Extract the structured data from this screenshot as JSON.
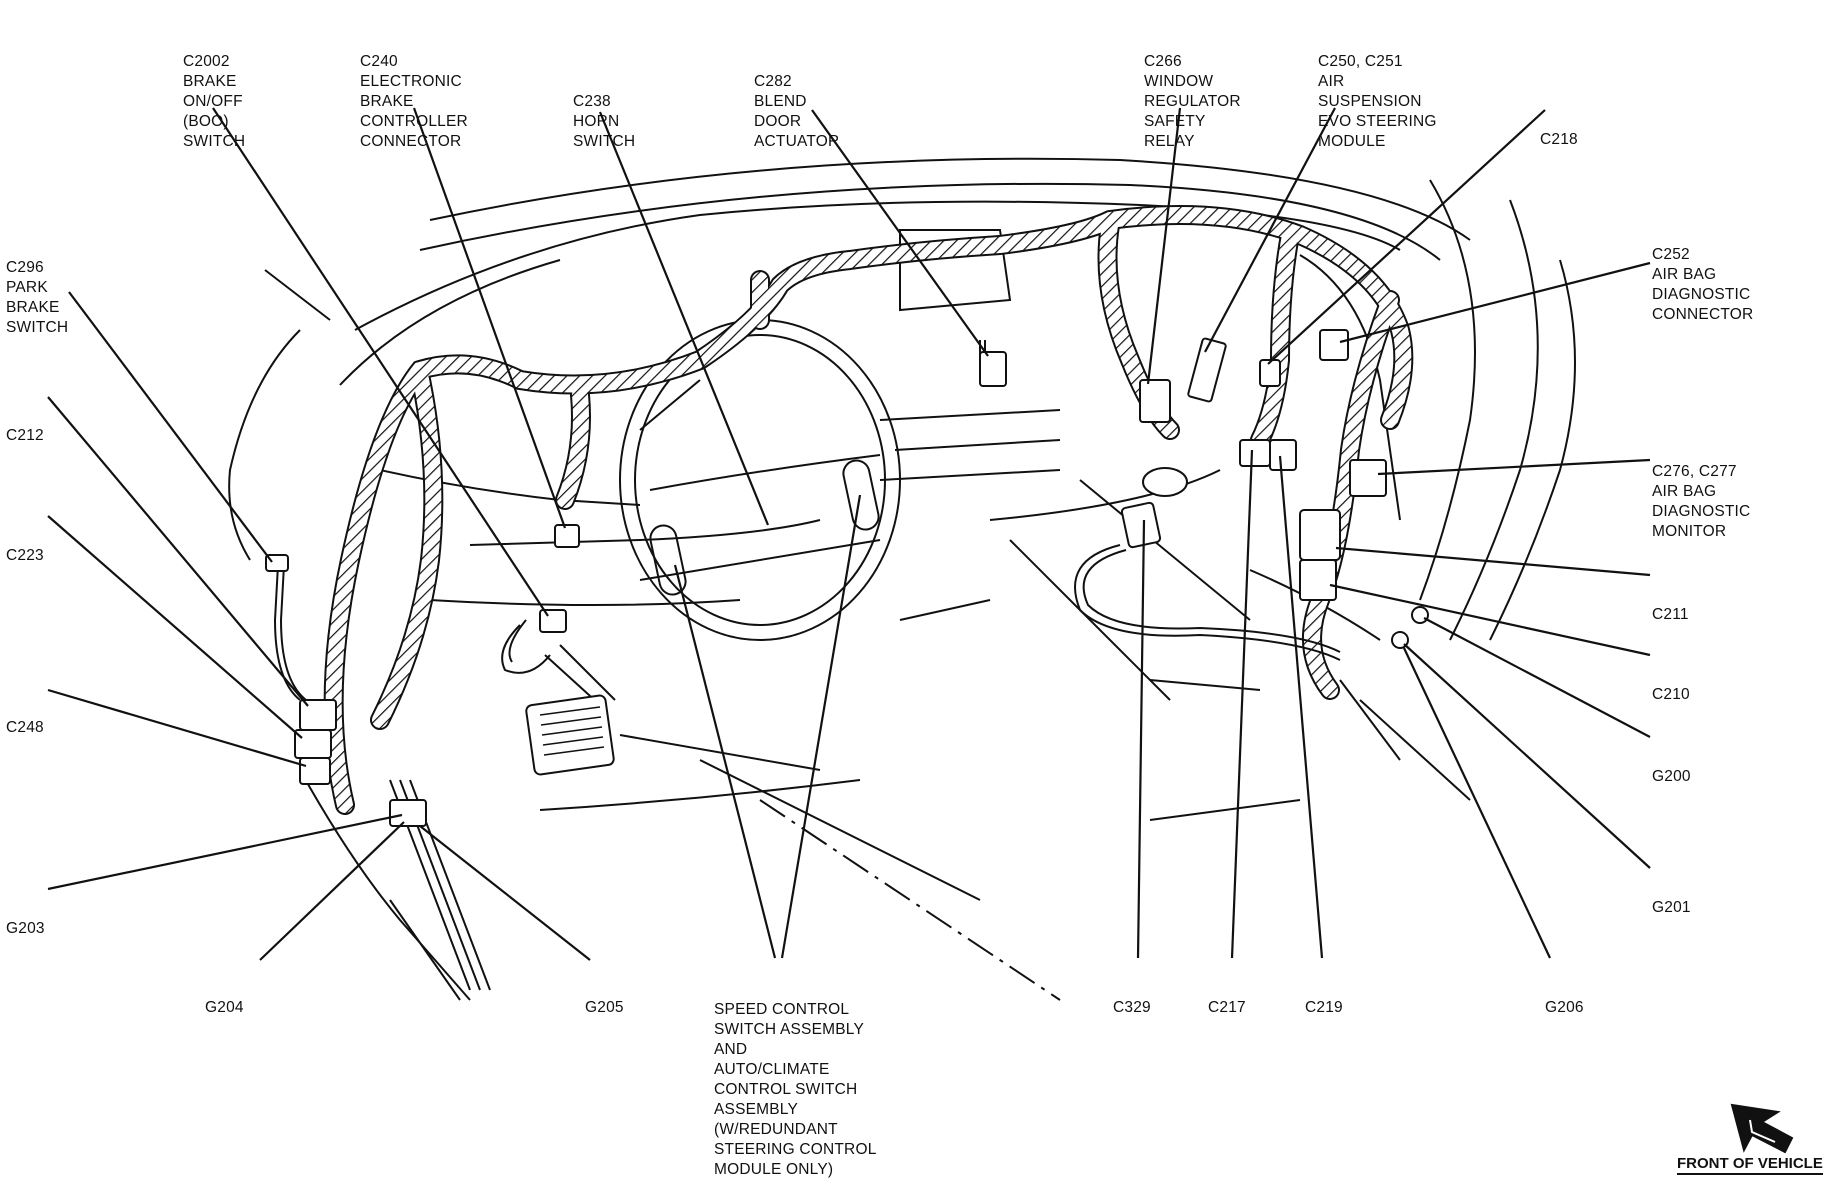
{
  "labels": {
    "c2002": [
      "C2002",
      "BRAKE",
      "ON/OFF",
      "(BOO)",
      "SWITCH"
    ],
    "c240": [
      "C240",
      "ELECTRONIC",
      "BRAKE",
      "CONTROLLER",
      "CONNECTOR"
    ],
    "c238": [
      "C238",
      "HORN",
      "SWITCH"
    ],
    "c282": [
      "C282",
      "BLEND",
      "DOOR",
      "ACTUATOR"
    ],
    "c266": [
      "C266",
      "WINDOW",
      "REGULATOR",
      "SAFETY",
      "RELAY"
    ],
    "c250_c251": [
      "C250, C251",
      "AIR",
      "SUSPENSION",
      "EVO STEERING",
      "MODULE"
    ],
    "c218": [
      "C218"
    ],
    "c296": [
      "C296",
      "PARK",
      "BRAKE",
      "SWITCH"
    ],
    "c252": [
      "C252",
      "AIR BAG",
      "DIAGNOSTIC",
      "CONNECTOR"
    ],
    "c212": [
      "C212"
    ],
    "c276_c277": [
      "C276, C277",
      "AIR BAG",
      "DIAGNOSTIC",
      "MONITOR"
    ],
    "c223": [
      "C223"
    ],
    "c211": [
      "C211"
    ],
    "c210": [
      "C210"
    ],
    "c248": [
      "C248"
    ],
    "g200": [
      "G200"
    ],
    "g201": [
      "G201"
    ],
    "g203": [
      "G203"
    ],
    "g204": [
      "G204"
    ],
    "g205": [
      "G205"
    ],
    "c329": [
      "C329"
    ],
    "c217": [
      "C217"
    ],
    "c219": [
      "C219"
    ],
    "g206": [
      "G206"
    ],
    "speed_control": [
      "SPEED CONTROL",
      "SWITCH ASSEMBLY",
      "AND",
      "AUTO/CLIMATE",
      "CONTROL SWITCH",
      "ASSEMBLY",
      "(W/REDUNDANT",
      "STEERING CONTROL",
      "MODULE ONLY)"
    ]
  },
  "front_of_vehicle": "FRONT OF VEHICLE",
  "colors": {
    "line": "#111111",
    "background": "#ffffff"
  }
}
